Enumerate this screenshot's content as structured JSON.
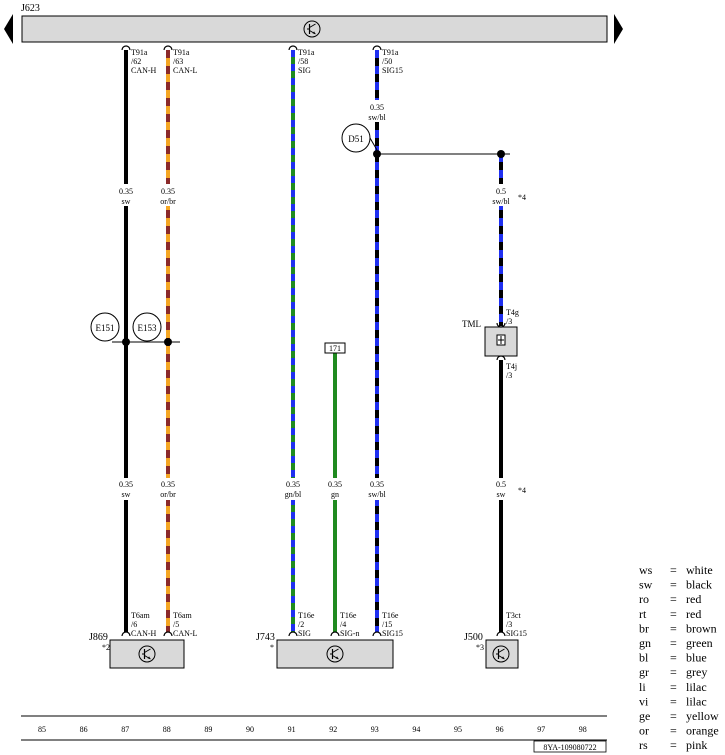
{
  "components": {
    "top": {
      "label": "J623"
    },
    "j869": {
      "label": "J869",
      "note": "*2"
    },
    "j743": {
      "label": "J743",
      "note": "*"
    },
    "j500": {
      "label": "J500",
      "note": "*3"
    }
  },
  "connectors_top": [
    {
      "line1": "T91a",
      "line2": "/62",
      "line3": "CAN-H"
    },
    {
      "line1": "T91a",
      "line2": "/63",
      "line3": "CAN-L"
    },
    {
      "line1": "T91a",
      "line2": "/58",
      "line3": "SIG"
    },
    {
      "line1": "T91a",
      "line2": "/50",
      "line3": "SIG15"
    }
  ],
  "connectors_bottom": [
    {
      "line1": "T6am",
      "line2": "/6",
      "line3": "CAN-H"
    },
    {
      "line1": "T6am",
      "line2": "/5",
      "line3": "CAN-L"
    },
    {
      "line1": "T16e",
      "line2": "/2",
      "line3": "SIG"
    },
    {
      "line1": "T16e",
      "line2": "/4",
      "line3": "SIG-n"
    },
    {
      "line1": "T16e",
      "line2": "/15",
      "line3": "SIG15"
    },
    {
      "line1": "T3ct",
      "line2": "/3",
      "line3": "SIG15"
    }
  ],
  "wire_labels": [
    {
      "size": "0.35",
      "color": "sw/bl",
      "note": ""
    },
    {
      "size": "0.35",
      "color": "sw",
      "note": ""
    },
    {
      "size": "0.35",
      "color": "or/br",
      "note": ""
    },
    {
      "size": "0.5",
      "color": "sw/bl",
      "note": "*4"
    },
    {
      "size": "0.35",
      "color": "sw",
      "note": ""
    },
    {
      "size": "0.35",
      "color": "or/br",
      "note": ""
    },
    {
      "size": "0.35",
      "color": "gn/bl",
      "note": ""
    },
    {
      "size": "0.35",
      "color": "gn",
      "note": ""
    },
    {
      "size": "0.35",
      "color": "sw/bl",
      "note": ""
    },
    {
      "size": "0.5",
      "color": "sw",
      "note": "*4"
    }
  ],
  "junctions": {
    "d51": "D51",
    "e151": "E151",
    "e153": "E153"
  },
  "ref_box": "171",
  "tml": {
    "label": "TML",
    "upper_line1": "T4g",
    "upper_line2": "/3",
    "lower_line1": "T4j",
    "lower_line2": "/3"
  },
  "tracks": [
    "85",
    "86",
    "87",
    "88",
    "89",
    "90",
    "91",
    "92",
    "93",
    "94",
    "95",
    "96",
    "97",
    "98"
  ],
  "doc_id": "8YA-109080722",
  "legend": [
    {
      "code": "ws",
      "eq": "=",
      "name": "white"
    },
    {
      "code": "sw",
      "eq": "=",
      "name": "black"
    },
    {
      "code": "ro",
      "eq": "=",
      "name": "red"
    },
    {
      "code": "rt",
      "eq": "=",
      "name": "red"
    },
    {
      "code": "br",
      "eq": "=",
      "name": "brown"
    },
    {
      "code": "gn",
      "eq": "=",
      "name": "green"
    },
    {
      "code": "bl",
      "eq": "=",
      "name": "blue"
    },
    {
      "code": "gr",
      "eq": "=",
      "name": "grey"
    },
    {
      "code": "li",
      "eq": "=",
      "name": "lilac"
    },
    {
      "code": "vi",
      "eq": "=",
      "name": "lilac"
    },
    {
      "code": "ge",
      "eq": "=",
      "name": "yellow"
    },
    {
      "code": "or",
      "eq": "=",
      "name": "orange"
    },
    {
      "code": "rs",
      "eq": "=",
      "name": "pink"
    }
  ],
  "colors": {
    "black": "#000000",
    "blue": "#1f2ff0",
    "orange": "#f5a623",
    "brown": "#8b2a2a",
    "green": "#1f8a1f",
    "module_fill": "#d9d9d9"
  }
}
